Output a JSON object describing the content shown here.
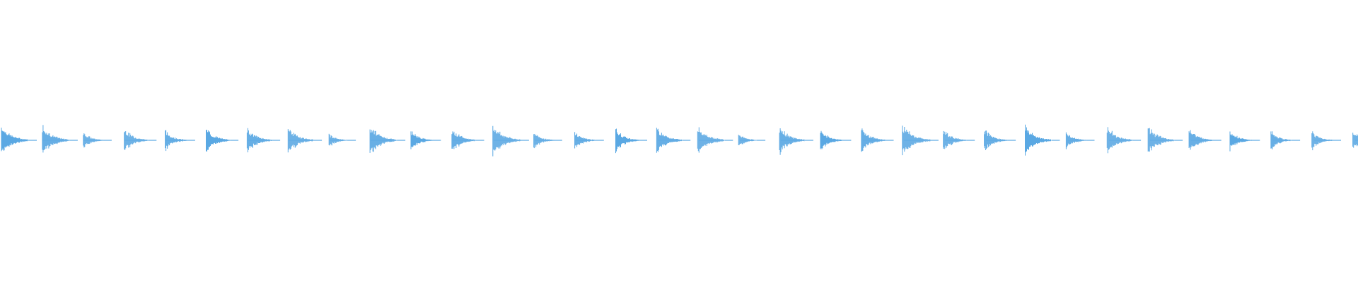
{
  "waveform": {
    "color": "#5aa8e3",
    "hit_strengths": [
      1.0,
      1.0,
      0.55,
      0.8,
      0.65,
      0.8,
      0.85,
      0.9,
      0.45,
      1.0,
      0.65,
      0.8,
      1.05,
      0.55,
      0.6,
      0.75,
      0.9,
      1.0,
      0.45,
      0.9,
      0.7,
      0.8,
      1.05,
      0.75,
      0.75,
      0.95,
      0.55,
      0.9,
      0.95,
      0.8,
      0.65,
      0.6,
      0.6,
      0.65
    ]
  }
}
